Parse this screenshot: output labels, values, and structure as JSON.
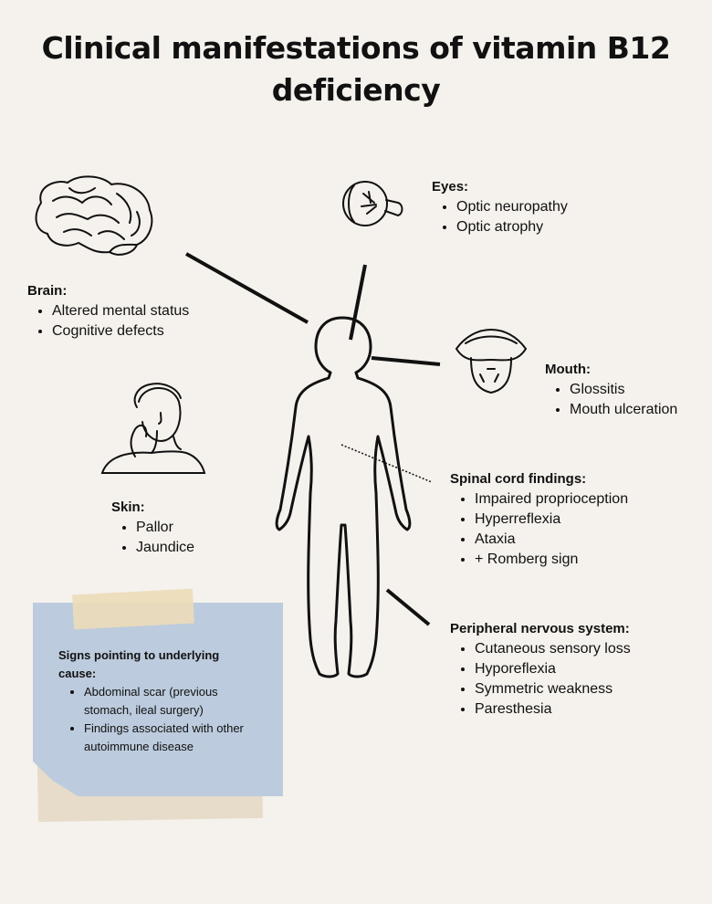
{
  "title": "Clinical manifestations of vitamin B12 deficiency",
  "brain": {
    "heading": "Brain:",
    "items": [
      "Altered mental status",
      "Cognitive defects"
    ]
  },
  "eyes": {
    "heading": "Eyes:",
    "items": [
      "Optic neuropathy",
      "Optic atrophy"
    ]
  },
  "mouth": {
    "heading": "Mouth:",
    "items": [
      "Glossitis",
      "Mouth ulceration"
    ]
  },
  "skin": {
    "heading": "Skin:",
    "items": [
      "Pallor",
      "Jaundice"
    ]
  },
  "spinal": {
    "heading": "Spinal cord findings:",
    "items": [
      "Impaired proprioception",
      "Hyperreflexia",
      "Ataxia",
      "+ Romberg sign"
    ]
  },
  "peripheral": {
    "heading": "Peripheral nervous system:",
    "items": [
      "Cutaneous sensory loss",
      "Hyporeflexia",
      "Symmetric weakness",
      "Paresthesia"
    ]
  },
  "note": {
    "heading": "Signs pointing to underlying cause:",
    "items": [
      "Abdominal scar (previous stomach, ileal surgery)",
      "Findings associated with other autoimmune disease"
    ]
  }
}
